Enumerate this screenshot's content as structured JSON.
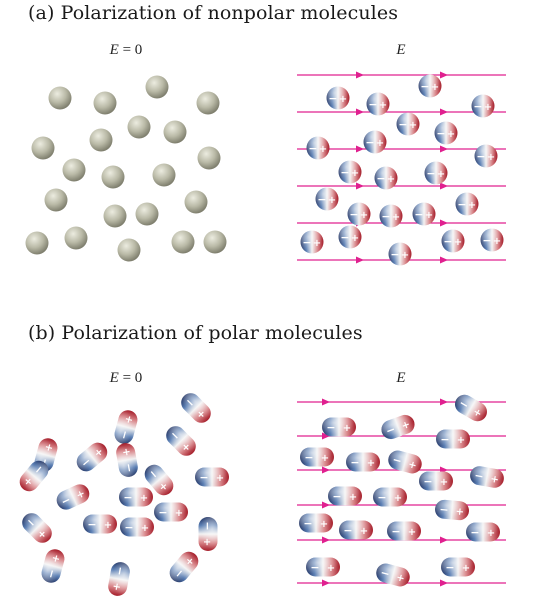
{
  "captions": {
    "part_a": "(a) Polarization of nonpolar molecules",
    "part_b": "(b) Polarization of polar molecules"
  },
  "panels": {
    "a_left": {
      "label_var": "E",
      "label_rest": " = 0"
    },
    "a_right": {
      "label_var": "E",
      "label_rest": ""
    },
    "b_left": {
      "label_var": "E",
      "label_rest": " = 0"
    },
    "b_right": {
      "label_var": "E",
      "label_rest": ""
    }
  },
  "symbols": {
    "plus": "+",
    "minus": "−"
  },
  "colors": {
    "field_line": "#e0208f",
    "neutral_molecule": "#b9b9a6",
    "positive_end": "#b82430",
    "negative_end": "#23365f"
  }
}
